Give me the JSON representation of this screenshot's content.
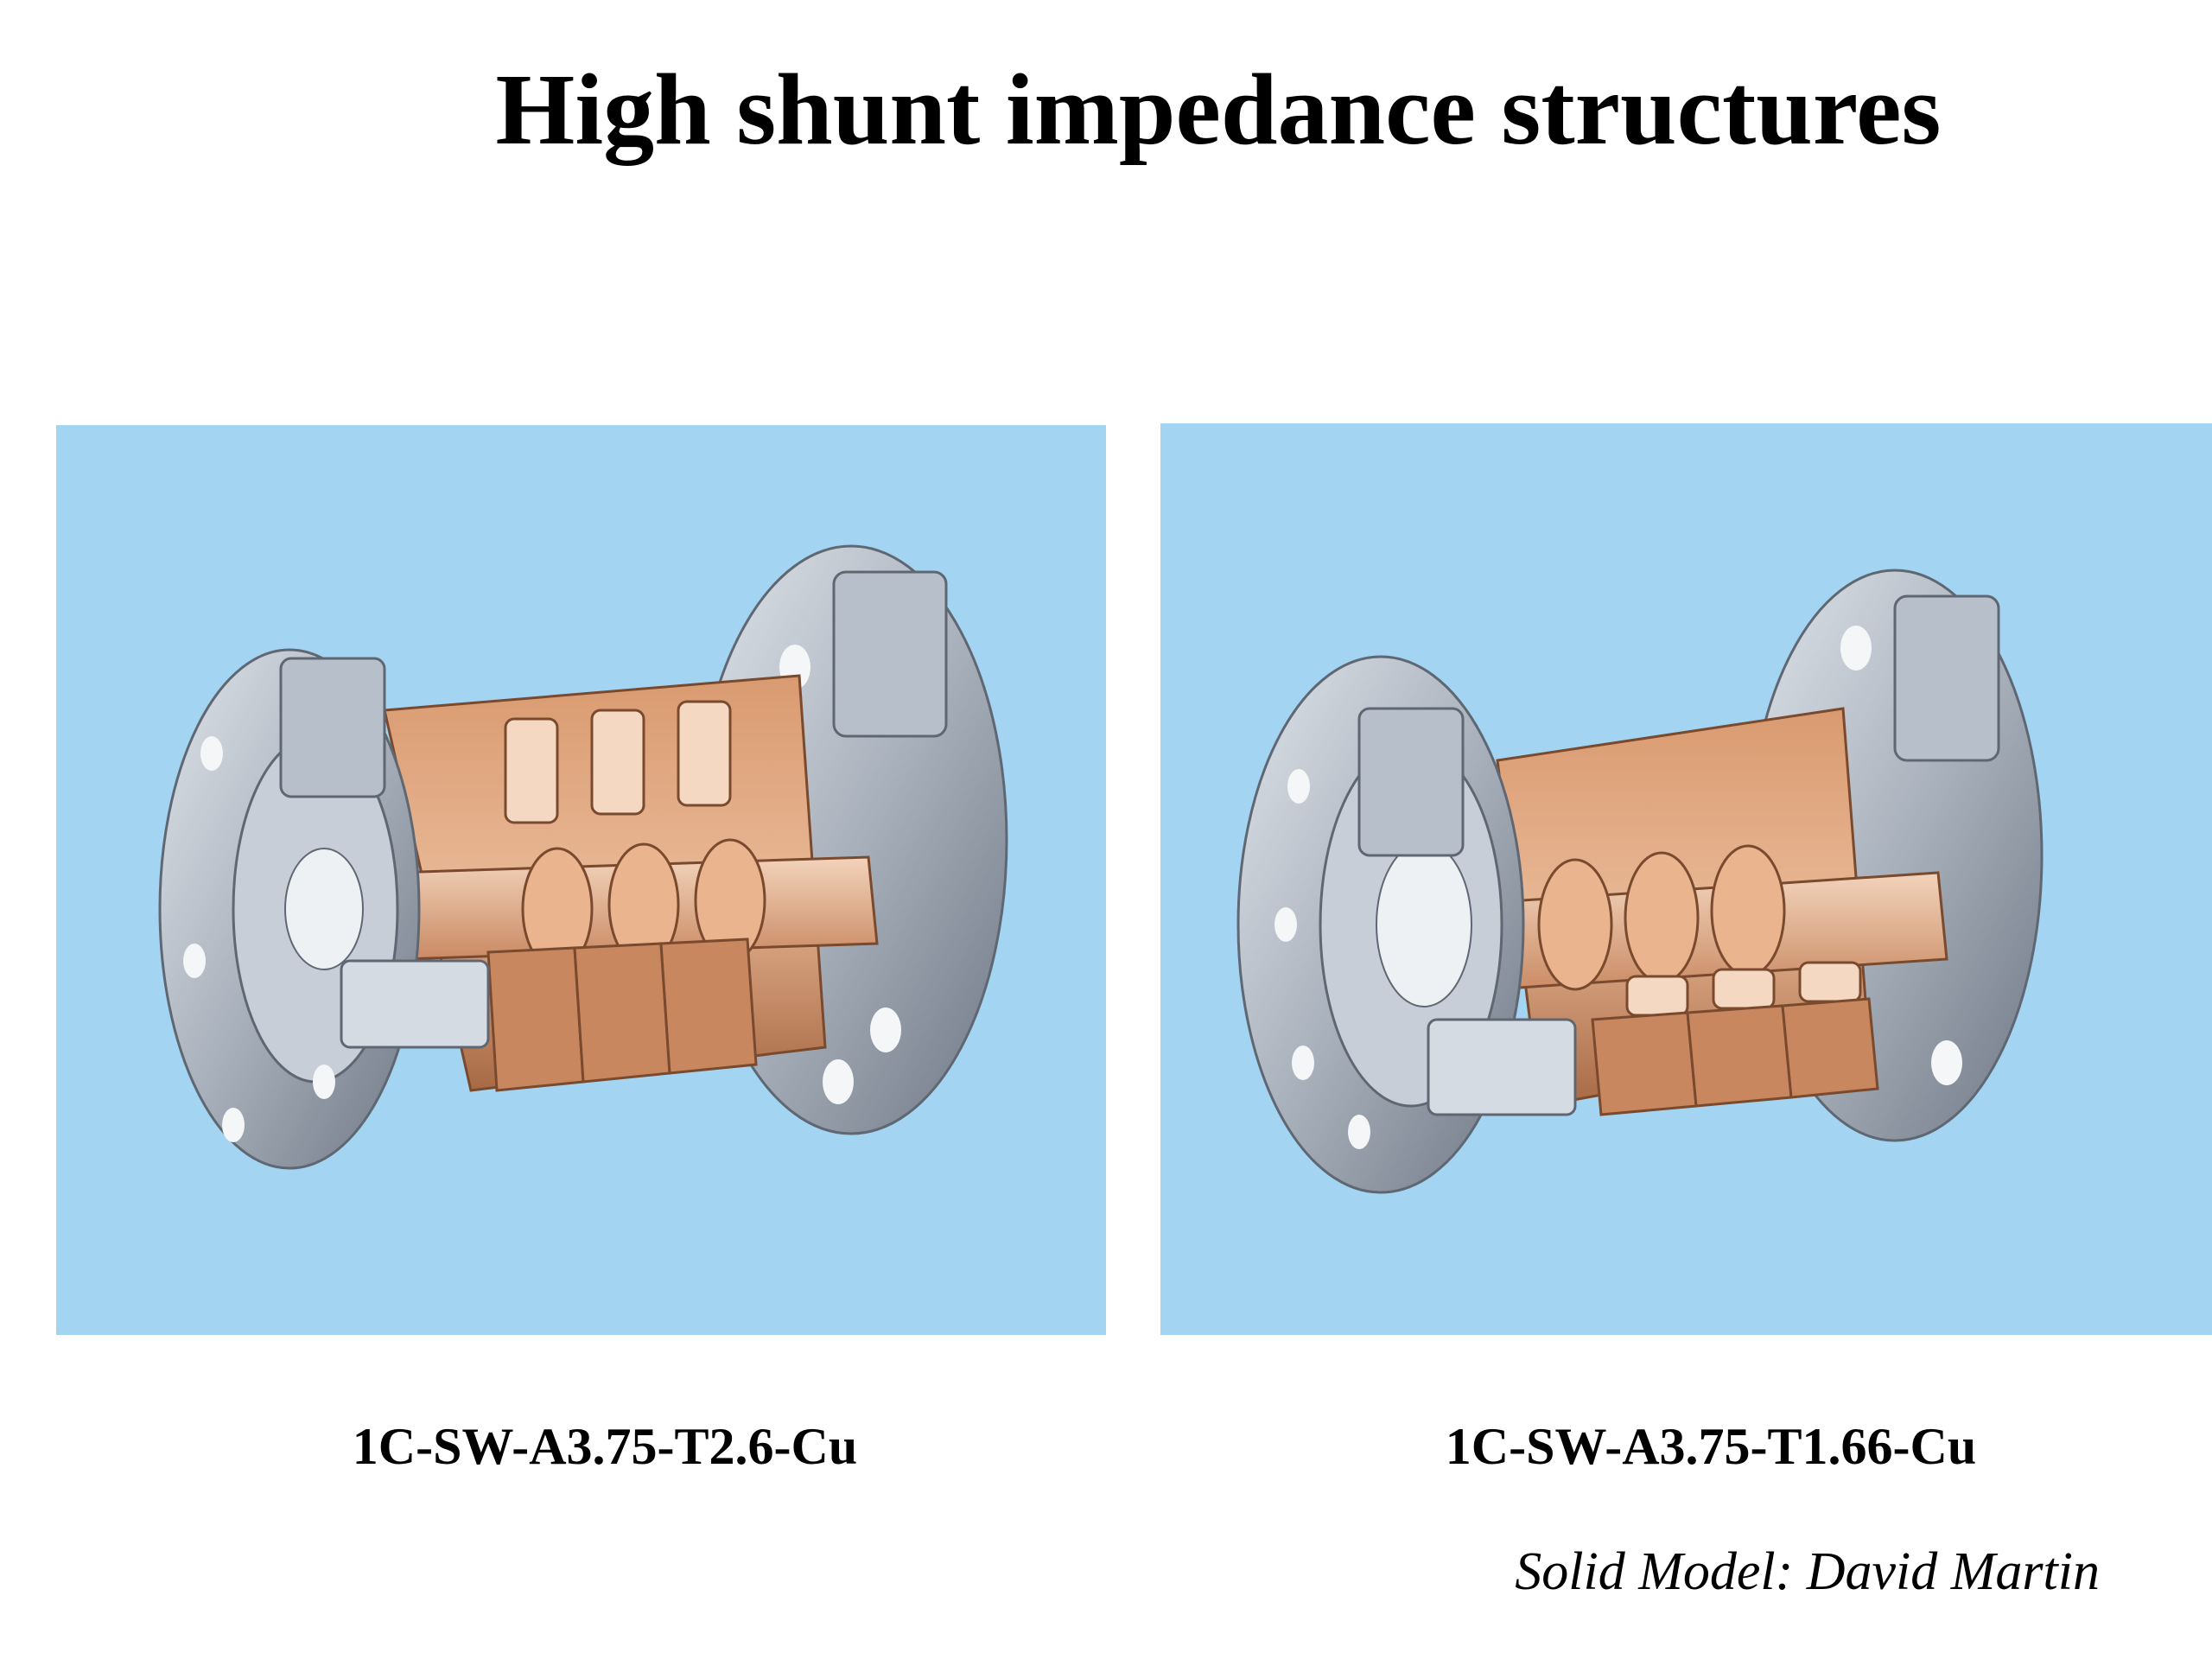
{
  "slide": {
    "title": "High shunt impedance structures",
    "models": [
      {
        "caption": "1C-SW-A3.75-T2.6-Cu"
      },
      {
        "caption": "1C-SW-A3.75-T1.66-Cu"
      }
    ],
    "credit": "Solid Model: David Martin"
  },
  "colors": {
    "panel_background": "#a3d4f1",
    "copper": "#c8855c",
    "steel": "#9aa4b1"
  }
}
